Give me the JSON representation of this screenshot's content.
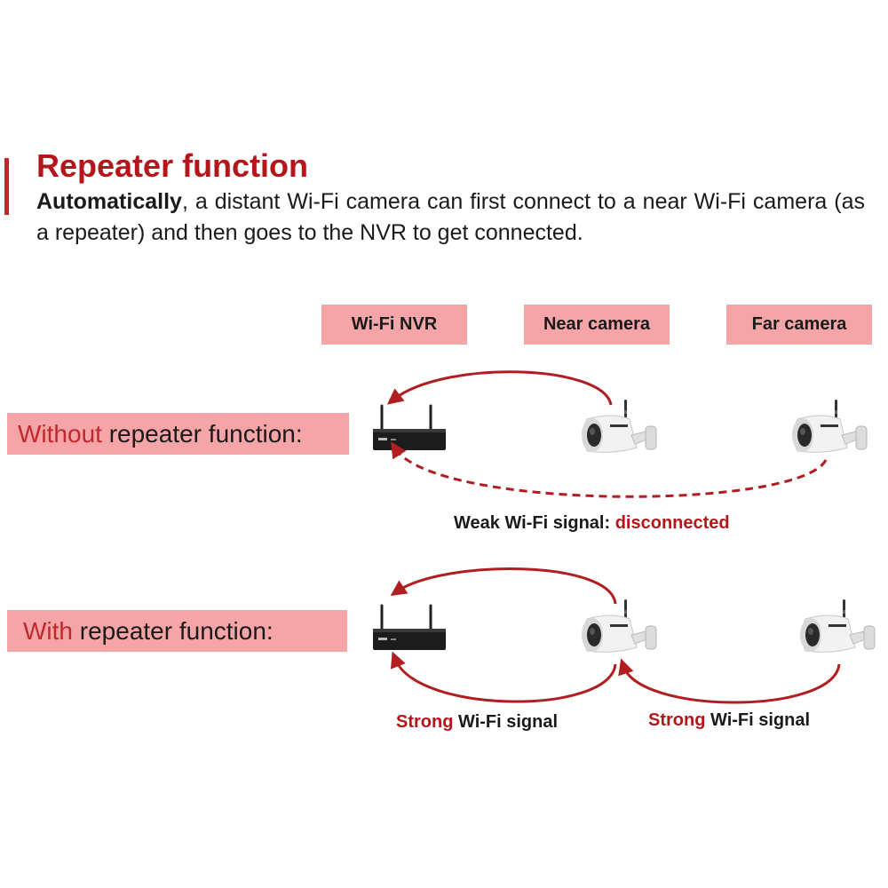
{
  "title": "Repeater function",
  "intro": {
    "bold": "Automatically",
    "rest": ", a distant Wi-Fi camera can first connect to a near Wi-Fi camera (as a repeater) and then goes to the NVR to get connected."
  },
  "headers": {
    "nvr": "Wi-Fi NVR",
    "near": "Near camera",
    "far": "Far camera"
  },
  "rows": {
    "without": {
      "accent": "Without",
      "rest": " repeater function:"
    },
    "with": {
      "accent": "With",
      "rest": " repeater function:"
    }
  },
  "captions": {
    "weak": {
      "prefix": "Weak Wi-Fi signal: ",
      "status": "disconnected"
    },
    "strong_nvr": {
      "accent": "Strong",
      "rest": " Wi-Fi signal"
    },
    "strong_far": {
      "accent": "Strong",
      "rest": " Wi-Fi signal"
    }
  },
  "colors": {
    "accent": "#b5161b",
    "label_bg": "#f5a5a7",
    "arrow": "#b01e22"
  },
  "icons": [
    "nvr-recorder-icon",
    "bullet-camera-icon"
  ]
}
